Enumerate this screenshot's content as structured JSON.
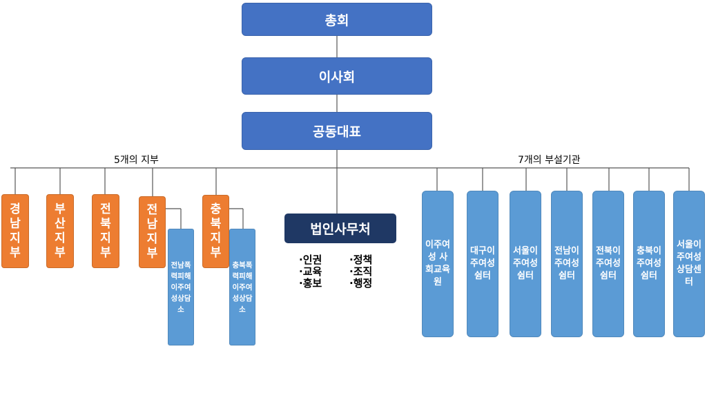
{
  "top": [
    "총회",
    "이사회",
    "공동대표"
  ],
  "branches_label": "5개의 지부",
  "branches": [
    "경남지부",
    "부산지부",
    "전북지부",
    "전남지부",
    "충북지부"
  ],
  "branch_subs": [
    "전남폭력피해이주여성상담소",
    "충북폭력피해이주여성상담소"
  ],
  "office": "법인사무처",
  "office_duties": [
    "·인권",
    "·정책",
    "·교육",
    "·조직",
    "·홍보",
    "·행정"
  ],
  "institutions_label": "7개의 부설기관",
  "institutions": [
    "이주여성 사회교육원",
    "대구이주여성쉼터",
    "서울이주여성쉼터",
    "전남이주여성쉼터",
    "전북이주여성쉼터",
    "충북이주여성쉼터",
    "서울이주여성상담센터"
  ],
  "colors": {
    "top": "#4472c4",
    "branch": "#ed7d31",
    "institution": "#5b9bd5",
    "office": "#1f3864"
  }
}
